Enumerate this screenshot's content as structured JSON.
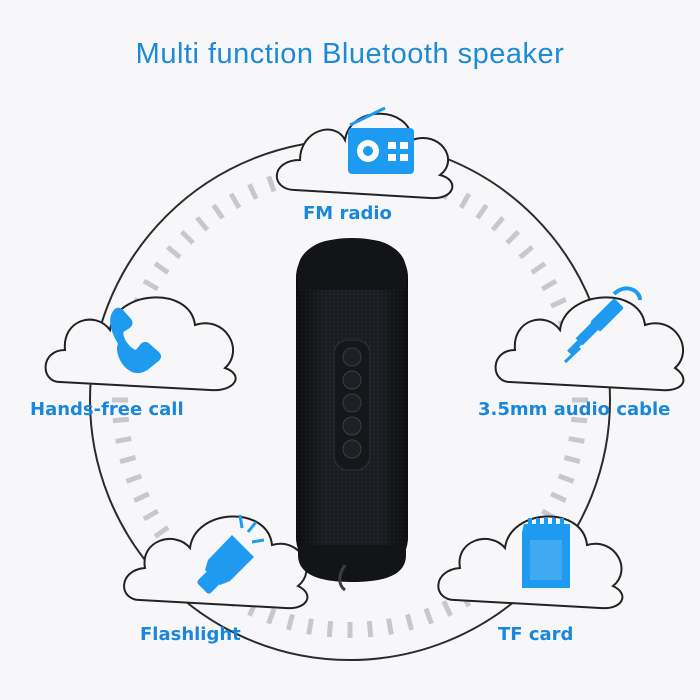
{
  "title": "Multi function Bluetooth speaker",
  "features": {
    "fm_radio": {
      "label": "FM radio",
      "icon": "radio-icon"
    },
    "hands_free": {
      "label": "Hands-free call",
      "icon": "phone-icon"
    },
    "audio_cable": {
      "label": "3.5mm audio cable",
      "icon": "audio-jack-icon"
    },
    "flashlight": {
      "label": "Flashlight",
      "icon": "flashlight-icon"
    },
    "tf_card": {
      "label": "TF card",
      "icon": "sd-card-icon"
    }
  },
  "colors": {
    "accent": "#1b87dc",
    "icon": "#1e9bf0",
    "speaker": "#1a1d22",
    "background": "#f7f7f9"
  }
}
